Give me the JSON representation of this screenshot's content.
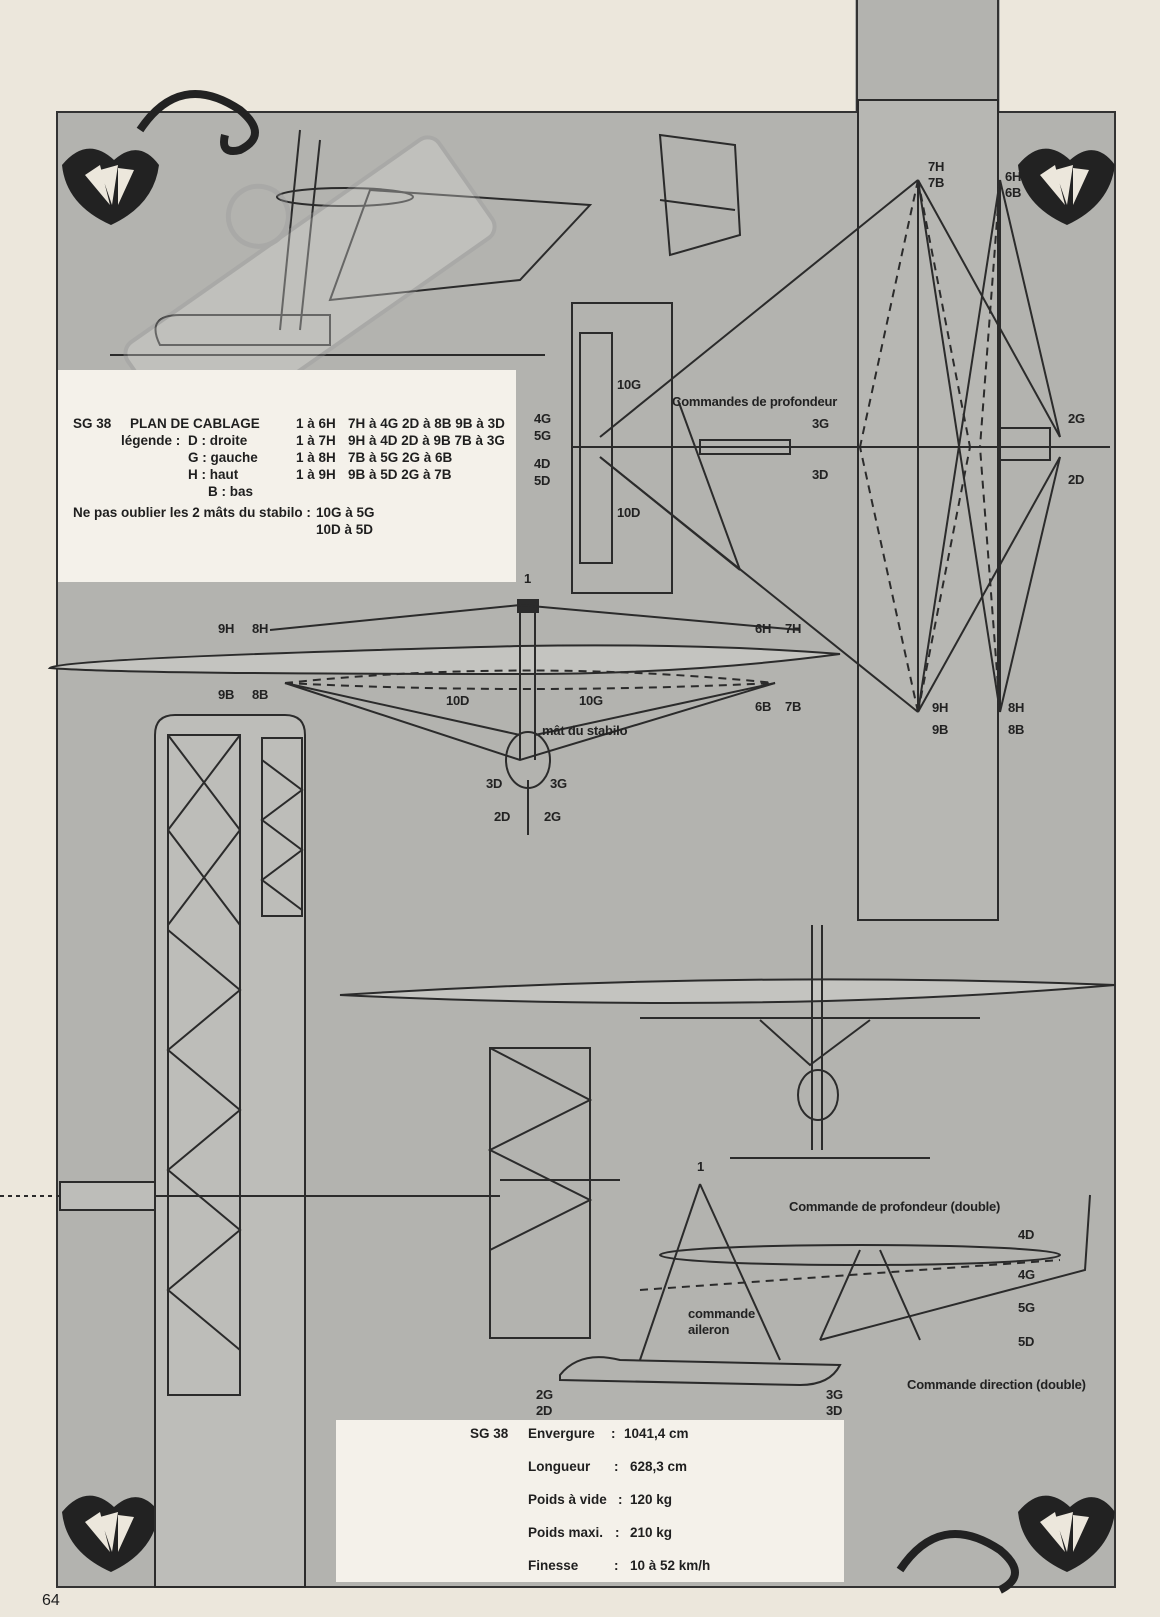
{
  "page_number": "64",
  "legend": {
    "model": "SG 38",
    "title": "PLAN DE CABLAGE",
    "legend_label": "légende :",
    "keys": [
      "D : droite",
      "G : gauche",
      "H : haut",
      "B : bas"
    ],
    "col1": [
      "1 à 6H",
      "1 à 7H",
      "1 à 8H",
      "1 à 9H"
    ],
    "col2": [
      "7H à 4G 2D à 8B 9B à 3D",
      "9H à 4D 2D à 9B 7B à 3G",
      "7B à 5G 2G à 6B",
      "9B à 5D 2G à 7B"
    ],
    "note": "Ne pas oublier les 2 mâts du stabilo :",
    "note_values": [
      "10G à 5G",
      "10D à 5D"
    ]
  },
  "specs": {
    "model": "SG 38",
    "rows": [
      {
        "label": "Envergure",
        "sep": ":",
        "value": "1041,4 cm"
      },
      {
        "label": "Longueur",
        "sep": ":",
        "value": "628,3 cm"
      },
      {
        "label": "Poids à vide",
        "sep": ":",
        "value": "120 kg"
      },
      {
        "label": "Poids maxi.",
        "sep": ":",
        "value": "210 kg"
      },
      {
        "label": "Finesse",
        "sep": ":",
        "value": "10 à 52 km/h"
      }
    ]
  },
  "labels": {
    "commandes_profondeur": "Commandes de profondeur",
    "mat_stabilo": "mât du stabilo",
    "commande_profondeur_double": "Commande de profondeur (double)",
    "commande_aileron_1": "commande",
    "commande_aileron_2": "aileron",
    "commande_direction_double": "Commande direction (double)",
    "t_7H": "7H",
    "t_7B": "7B",
    "t_6H": "6H",
    "t_6B": "6B",
    "t_10G": "10G",
    "t_10D": "10D",
    "t_4G": "4G",
    "t_5G": "5G",
    "t_4D": "4D",
    "t_5D": "5D",
    "t_3G": "3G",
    "t_3D": "3D",
    "t_2G": "2G",
    "t_2D": "2D",
    "t_9H": "9H",
    "t_9B": "9B",
    "t_8H": "8H",
    "t_8B": "8B",
    "f_1": "1",
    "f_9H": "9H",
    "f_8H": "8H",
    "f_6H": "6H",
    "f_7H": "7H",
    "f_9B": "9B",
    "f_8B": "8B",
    "f_10D": "10D",
    "f_10G": "10G",
    "f_6B": "6B",
    "f_7B": "7B",
    "f_3D": "3D",
    "f_3G": "3G",
    "f_2D": "2D",
    "f_2G": "2G",
    "s_1": "1",
    "s_4D": "4D",
    "s_4G": "4G",
    "s_5G": "5G",
    "s_5D": "5D",
    "s_2G": "2G",
    "s_2D": "2D",
    "s_3G": "3G",
    "s_3D": "3D"
  }
}
